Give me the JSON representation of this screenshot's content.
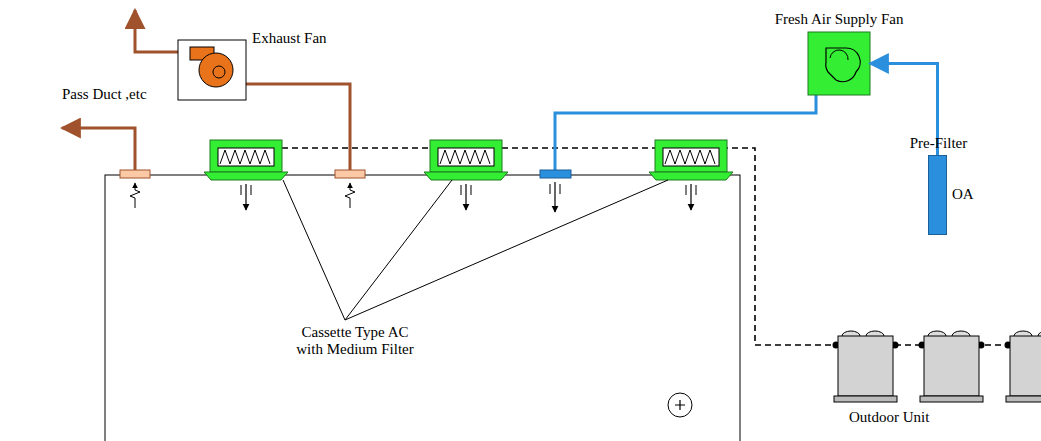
{
  "diagram": {
    "nodes": [
      {
        "text": [
          "Exhaust Fan"
        ]
      },
      {
        "text": [
          "Fresh Air Supply Fan"
        ]
      },
      {
        "text": [
          "Pre-Filter"
        ]
      }
    ],
    "edges": [
      {
        "from": 2,
        "to": 1,
        "arrow": "to"
      }
    ],
    "labels": [
      "Pass Duct ,etc",
      "OA",
      "Cassette Type AC with Medium Filter",
      "Outdoor Unit"
    ]
  }
}
